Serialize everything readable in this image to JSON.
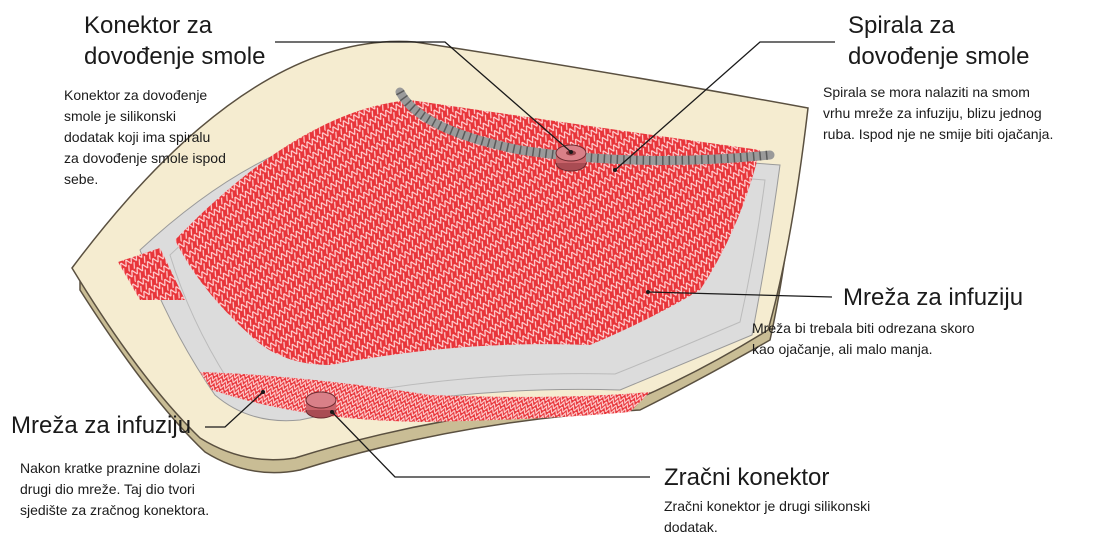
{
  "callouts": {
    "resin_connector": {
      "title": "Konektor za\ndovođenje smole",
      "text": "Konektor za dovođenje\nsmole je silikonski\ndodatak koji ima spiralu\nza dovođenje smole ispod\nsebe."
    },
    "resin_spiral": {
      "title": "Spirala za\ndovođenje smole",
      "text": "Spirala se mora nalaziti na smom\nvrhu mreže za infuziju, blizu jednog\nruba. Ispod nje ne smije biti ojačanja."
    },
    "mesh_main": {
      "title": "Mreža za infuziju",
      "text": "Mreža bi trebala biti odrezana skoro\nkao ojačanje, ali malo manja."
    },
    "mesh_strip": {
      "title": "Mreža za infuziju",
      "text": "Nakon kratke praznine dolazi\ndrugi dio mreže. Taj dio tvori\nsjedište za zračnog konektora."
    },
    "air_connector": {
      "title": "Zračni konektor",
      "text": "Zračni konektor je drugi silikonski\ndodatak."
    }
  },
  "colors": {
    "mold": "#f5ecd0",
    "mold_edge": "#5a5040",
    "mesh_red": "#e8353a",
    "film": "#dcdcdc",
    "connector": "#c9636a",
    "spiral": "#9a9a9a"
  }
}
